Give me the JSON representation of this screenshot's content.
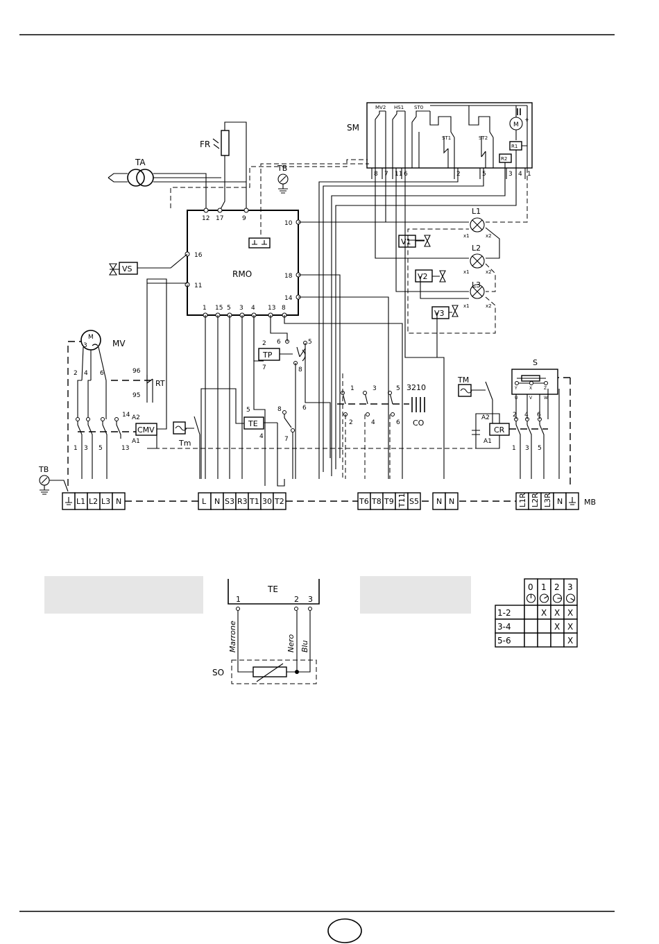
{
  "labels": {
    "SM": "SM",
    "FR": "FR",
    "TA": "TA",
    "TB": "TB",
    "RMO": "RMO",
    "VS": "VS",
    "MV": "MV",
    "RT": "RT",
    "CMV": "CMV",
    "Tm": "Tm",
    "TP": "TP",
    "TE": "TE",
    "CO": "CO",
    "TM": "TM",
    "CR": "CR",
    "S": "S",
    "MB": "MB",
    "L1": "L1",
    "L2": "L2",
    "L3": "L3",
    "V1": "V1",
    "V2": "V2",
    "V3": "V3",
    "MV2": "MV2",
    "HS1": "HS1",
    "ST0": "ST0",
    "ST1": "ST1",
    "ST2": "ST2",
    "R1": "R1",
    "R2": "R2",
    "M": "M",
    "M3": "3",
    "X1": "x1",
    "X2": "x2",
    "A1": "A1",
    "A2": "A2",
    "CO_positions": "3210",
    "SO": "SO",
    "TE2": "TE",
    "Marrone": "Marrone",
    "Nero": "Nero",
    "Blu": "Blu"
  },
  "rmo_pins": {
    "top": [
      "12",
      "17",
      "9"
    ],
    "right": [
      "10",
      "18",
      "14"
    ],
    "left": [
      "16",
      "11"
    ],
    "bottom": [
      "1",
      "15",
      "5",
      "3",
      "4",
      "13",
      "8"
    ]
  },
  "sm_pins": [
    "8",
    "7",
    "11",
    "6",
    "2",
    "5",
    "3",
    "4",
    "1"
  ],
  "mb_terminals": [
    "L1",
    "L2",
    "L3",
    "N",
    "L",
    "N",
    "S3",
    "R3",
    "T1",
    "30",
    "T2",
    "T6",
    "T8",
    "T9",
    "T11",
    "S5",
    "N",
    "N",
    "L1R",
    "L2R",
    "L3R",
    "N"
  ],
  "contact_numbers": {
    "cmv_top": [
      "2",
      "4",
      "6",
      "14"
    ],
    "cmv_bottom": [
      "1",
      "3",
      "5",
      "13"
    ],
    "rt": [
      "96",
      "95"
    ],
    "tp": [
      "2",
      "7",
      "6",
      "5",
      "8"
    ],
    "te": [
      "5",
      "4",
      "8",
      "7",
      "6"
    ],
    "co_top": [
      "1",
      "3",
      "5"
    ],
    "co_bottom": [
      "2",
      "4",
      "6"
    ],
    "cr_top": [
      "2",
      "4",
      "6"
    ],
    "cr_bottom": [
      "1",
      "3",
      "5"
    ],
    "s_terms": [
      "Y",
      "X",
      "Z",
      "U",
      "V",
      "W"
    ]
  },
  "te_detail_pins": [
    "1",
    "2",
    "3"
  ],
  "switch_table": {
    "positions": [
      "0",
      "1",
      "2",
      "3"
    ],
    "rows": [
      {
        "label": "1-2",
        "cells": [
          "",
          "X",
          "X",
          "X"
        ]
      },
      {
        "label": "3-4",
        "cells": [
          "",
          "",
          "X",
          "X"
        ]
      },
      {
        "label": "5-6",
        "cells": [
          "",
          "",
          "",
          "X"
        ]
      }
    ]
  }
}
